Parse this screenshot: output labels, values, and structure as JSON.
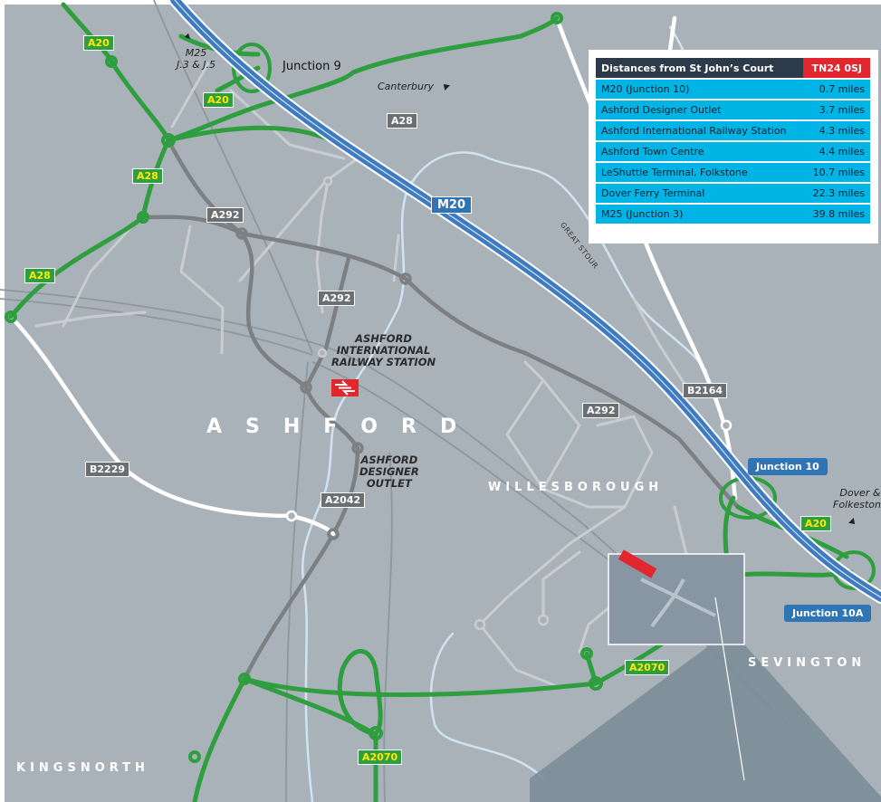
{
  "road_labels": {
    "a20_1": "A20",
    "a20_2": "A20",
    "a20_3": "A20",
    "a28_1": "A28",
    "a28_2": "A28",
    "a28_3": "A28",
    "a292_1": "A292",
    "a292_2": "A292",
    "a292_3": "A292",
    "a2042": "A2042",
    "b2229": "B2229",
    "b2164": "B2164",
    "a2070_1": "A2070",
    "a2070_2": "A2070",
    "m20": "M20"
  },
  "junction_labels": {
    "j9": "Junction 9",
    "j10": "Junction 10",
    "j10a": "Junction 10A"
  },
  "directions": {
    "m25": "M25\nJ.3 & J.5",
    "canterbury": "Canterbury",
    "dover": "Dover &\nFolkestone"
  },
  "places": {
    "ashford": "ASHFORD",
    "willesborough": "WILLESBOROUGH",
    "sevington": "SEVINGTON",
    "kingsnorth": "KINGSNORTH",
    "station": "ASHFORD\nINTERNATIONAL\nRAILWAY STATION",
    "outlet": "ASHFORD\nDESIGNER\nOUTLET",
    "river": "GREAT STOUR"
  },
  "distances_table": {
    "header": "Distances from St John’s Court",
    "postcode": "TN24 0SJ",
    "rows": [
      {
        "place": "M20 (Junction 10)",
        "distance": "0.7 miles"
      },
      {
        "place": "Ashford Designer Outlet",
        "distance": "3.7 miles"
      },
      {
        "place": "Ashford International Railway Station",
        "distance": "4.3 miles"
      },
      {
        "place": "Ashford Town Centre",
        "distance": "4.4 miles"
      },
      {
        "place": "LeShuttle Terminal, Folkstone",
        "distance": "10.7 miles"
      },
      {
        "place": "Dover Ferry Terminal",
        "distance": "22.3 miles"
      },
      {
        "place": "M25 (Junction 3)",
        "distance": "39.8 miles"
      }
    ]
  },
  "colors": {
    "map_bg": "#a9b2b9",
    "motorway": "#3f7bc0",
    "a_road": "#2e9e3e",
    "local_road": "#7d8083",
    "minor_road": "#c9cdd1",
    "river": "#cfe3f1",
    "rail": "#8f979e",
    "highlight": "#e3262e",
    "table_header": "#2d3a4a",
    "table_row": "#00b4e6"
  },
  "icons": {
    "rail": "national-rail-icon",
    "arrows": "direction-arrow-icon"
  }
}
